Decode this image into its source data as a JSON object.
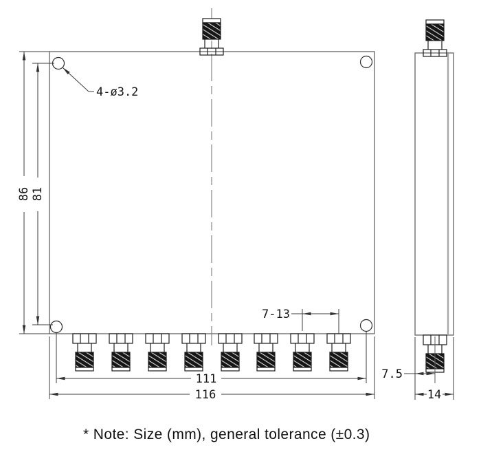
{
  "dims": {
    "hole_callout": "4-ø3.2",
    "overall_height": "86",
    "hole_span_height": "81",
    "hole_span_width": "111",
    "overall_width": "116",
    "port_pitch": "7-13",
    "connector_offset": "7.5",
    "depth": "14"
  },
  "note": {
    "text": "* Note: Size (mm), general tolerance (±0.3)"
  },
  "structure": {
    "mounting_holes": 4,
    "input_ports": 1,
    "output_ports": 8
  },
  "colors": {
    "background": "#ffffff",
    "body_lines": "#6e6e6e",
    "dimension_lines": "#3c3c3c",
    "text": "#161616",
    "thread_fill": "#161616"
  }
}
